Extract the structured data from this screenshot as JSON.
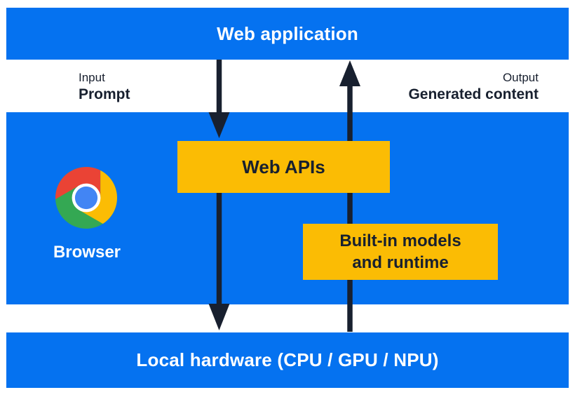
{
  "colors": {
    "blue": "#0572f0",
    "box_yellow": "#fbbc04",
    "dark": "#18202f",
    "text_on_blue": "#ffffff",
    "chrome_red": "#ea4335",
    "chrome_yellow": "#fbbc04",
    "chrome_green": "#34a853",
    "chrome_blue": "#4285f4",
    "chrome_ring": "#ffffff"
  },
  "layers": {
    "web_application": "Web application",
    "local_hardware": "Local hardware (CPU / GPU / NPU)"
  },
  "io": {
    "input_title": "Input",
    "input_value": "Prompt",
    "output_title": "Output",
    "output_value": "Generated content"
  },
  "browser": {
    "label": "Browser",
    "web_apis": "Web APIs",
    "builtin_line1": "Built-in models",
    "builtin_line2": "and runtime"
  },
  "icons": {
    "chrome_logo": "chrome-logo",
    "down_arrow": "arrow-down-icon",
    "up_arrow": "arrow-up-icon"
  }
}
